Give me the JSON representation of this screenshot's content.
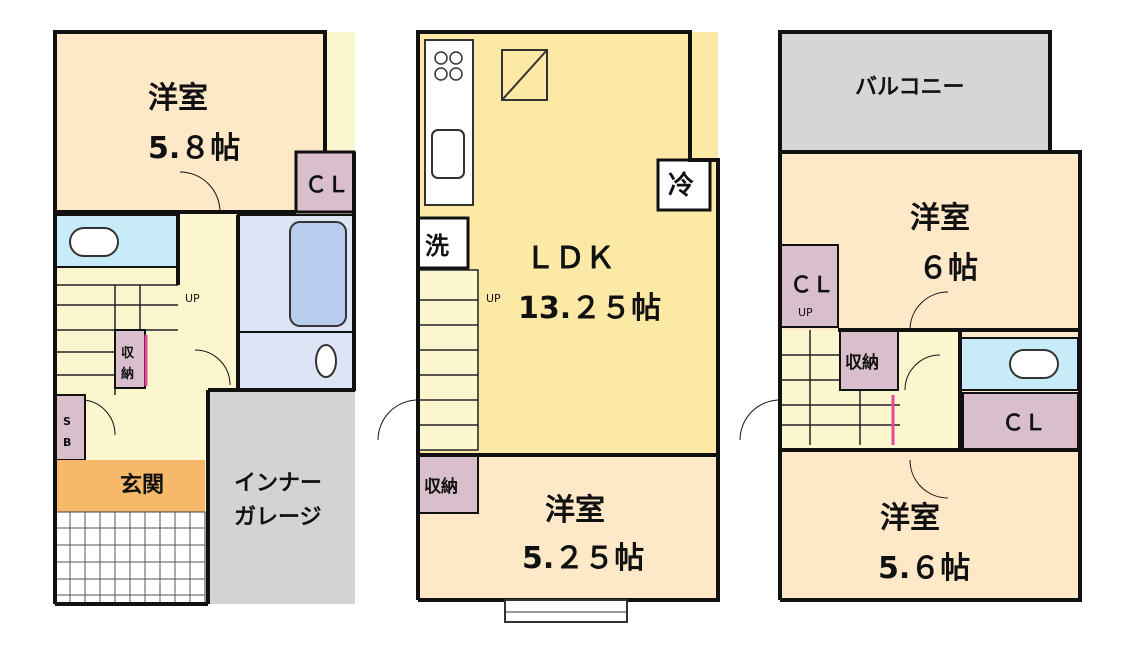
{
  "floor1": {
    "bedroom": {
      "name": "洋室",
      "size": "5.８帖"
    },
    "closet": "ＣＬ",
    "storage": "収\n納",
    "storage_top": "収",
    "storage_bottom": "納",
    "shoe_box_top": "S",
    "shoe_box_bottom": "B",
    "entrance": "玄関",
    "garage_line1": "インナー",
    "garage_line2": "ガレージ",
    "stair_label": "UP"
  },
  "floor2": {
    "ldk": {
      "name": "ＬＤＫ",
      "size": "13.２５帖"
    },
    "fridge": "冷",
    "washer": "洗",
    "storage": "収納",
    "bedroom": {
      "name": "洋室",
      "size": "5.２５帖"
    },
    "stair_label": "UP"
  },
  "floor3": {
    "balcony": "バルコニー",
    "bedroom_a": {
      "name": "洋室",
      "size": "６帖"
    },
    "closet_a": "ＣＬ",
    "closet_a_sub": "UP",
    "storage": "収納",
    "closet_b": "ＣＬ",
    "bedroom_b": {
      "name": "洋室",
      "size": "5.６帖"
    }
  },
  "colors": {
    "bedroom": "#fde8c8",
    "ldk": "#fde9a6",
    "closet": "#d8bfcb",
    "water": "#c8ecf7",
    "bath": "#dde4f6",
    "balcony": "#d6d6d6",
    "garage": "#d3d3d3",
    "entrance": "#f6b86a",
    "hall": "#fcf6cf",
    "wall": "#111111"
  }
}
